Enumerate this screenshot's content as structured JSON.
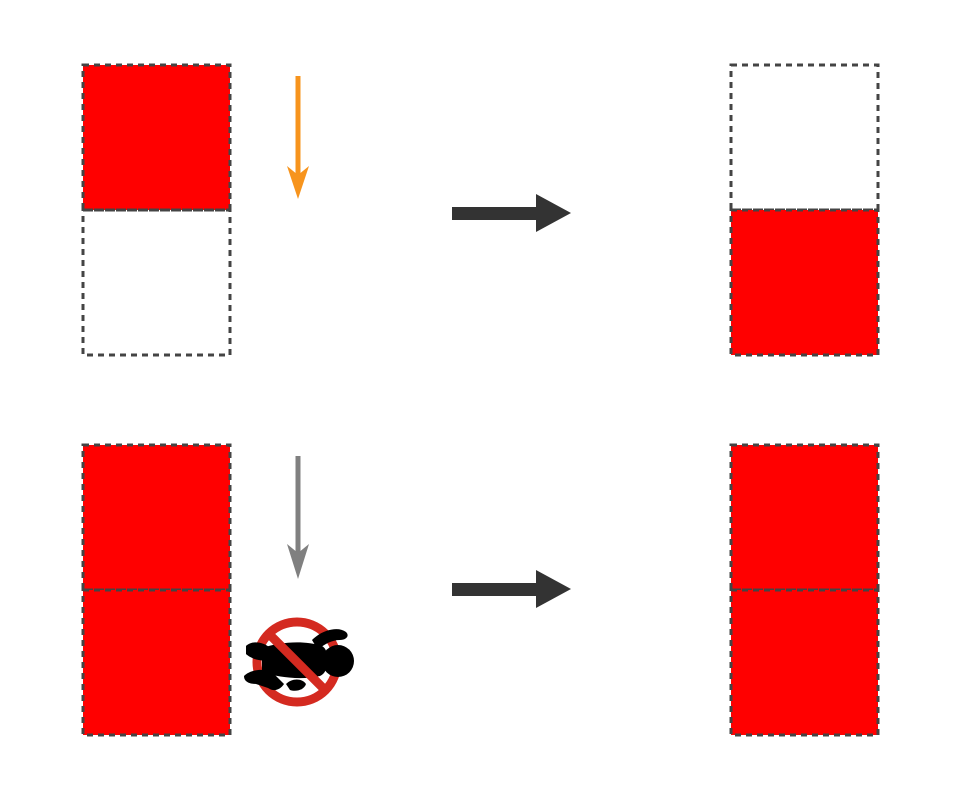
{
  "colors": {
    "background": "#ffffff",
    "filled_cell": "#ff0000",
    "cell_border": "#444444",
    "gravity_arrow_active": "#f7941d",
    "gravity_arrow_blocked": "#808080",
    "transition_arrow": "#333333",
    "prohibition_sign": "#d42a20",
    "figure": "#000000"
  },
  "rows": [
    {
      "name": "falling-case",
      "before": {
        "cells": [
          "filled",
          "empty"
        ],
        "gravity_arrow": "active"
      },
      "after": {
        "cells": [
          "empty",
          "filled"
        ]
      },
      "blocked": false
    },
    {
      "name": "blocked-case",
      "before": {
        "cells": [
          "filled",
          "filled"
        ],
        "gravity_arrow": "blocked"
      },
      "after": {
        "cells": [
          "filled",
          "filled"
        ]
      },
      "blocked": true,
      "blocked_icon": "no-falling-person-icon"
    }
  ]
}
